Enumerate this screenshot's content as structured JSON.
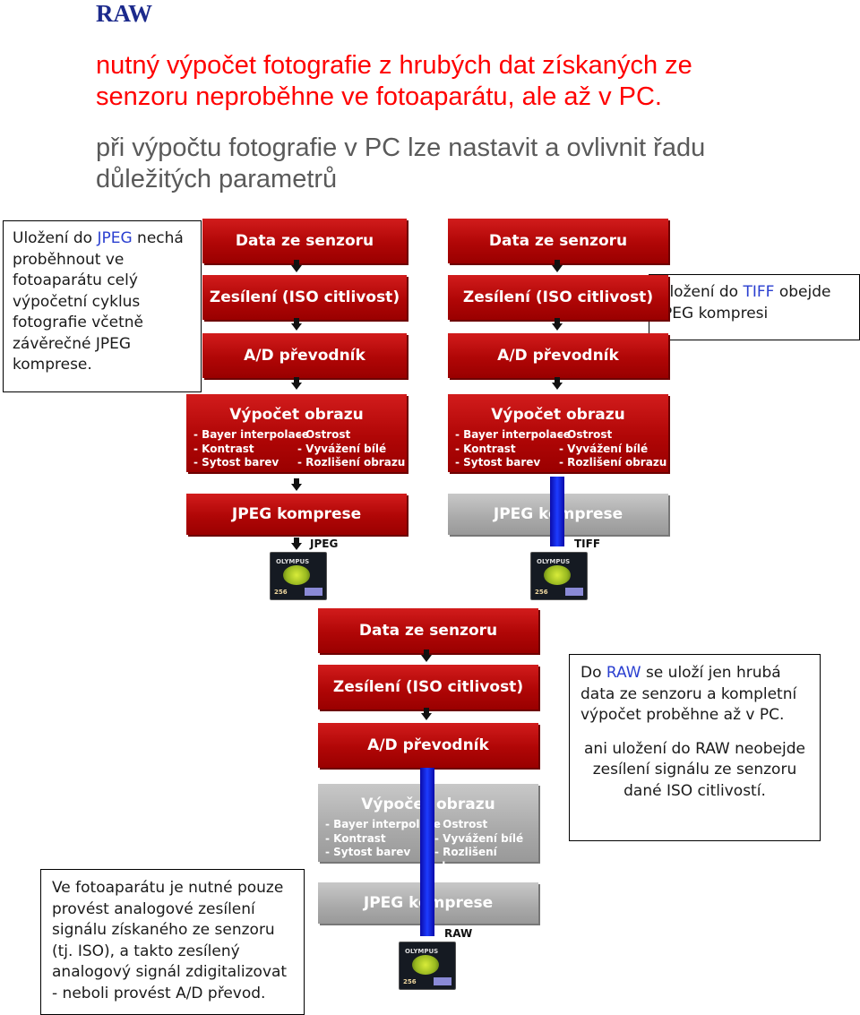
{
  "header": {
    "title": "RAW",
    "line1": "nutný výpočet fotografie z hrubých dat získaných ze senzoru neproběhne ve fotoaparátu, ale až v PC.",
    "line2": "při výpočtu fotografie v PC lze nastavit a ovlivnit řadu důležitých parametrů"
  },
  "notes": {
    "jpeg_pre": "Uložení do ",
    "jpeg_kw": "JPEG",
    "jpeg_post": " nechá proběhnout ve fotoaparátu celý výpočetní cyklus fotografie včetně závěrečné JPEG komprese.",
    "tiff_pre": "Uložení do ",
    "tiff_kw": "TIFF",
    "tiff_post": " obejde JPEG kompresi",
    "raw_pre": "Do ",
    "raw_kw": "RAW",
    "raw_post": " se uloží jen hrubá data ze senzoru a kompletní výpočet proběhne až v PC.",
    "raw_second": "ani uložení do RAW neobejde zesílení signálu ze senzoru dané ISO citlivostí.",
    "camera": "Ve fotoaparátu je nutné pouze provést analogové zesílení signálu získaného ze senzoru (tj. ISO), a takto zesílený analogový signál zdigitalizovat - neboli provést A/D převod."
  },
  "pipeline": {
    "sensor": "Data ze senzoru",
    "gain": "Zesílení (ISO citlivost)",
    "adc": "A/D převodník",
    "compute": "Výpočet obrazu",
    "compute_left": [
      "- Bayer interpolace",
      "- Kontrast",
      "- Sytost barev"
    ],
    "compute_right": [
      "- Ostrost",
      "- Vyvážení bílé",
      "- Rozlišení obrazu"
    ],
    "jpeg": "JPEG komprese"
  },
  "formats": {
    "jpeg": "JPEG",
    "tiff": "TIFF",
    "raw": "RAW"
  },
  "card": {
    "brand": "OLYMPUS",
    "capacity": "256"
  },
  "colors": {
    "red_box": "#b00606",
    "grey_box": "#a9a9a9",
    "bypass": "#1d3cff",
    "heading": "#1c2a8c",
    "red_text": "#ff0000"
  }
}
